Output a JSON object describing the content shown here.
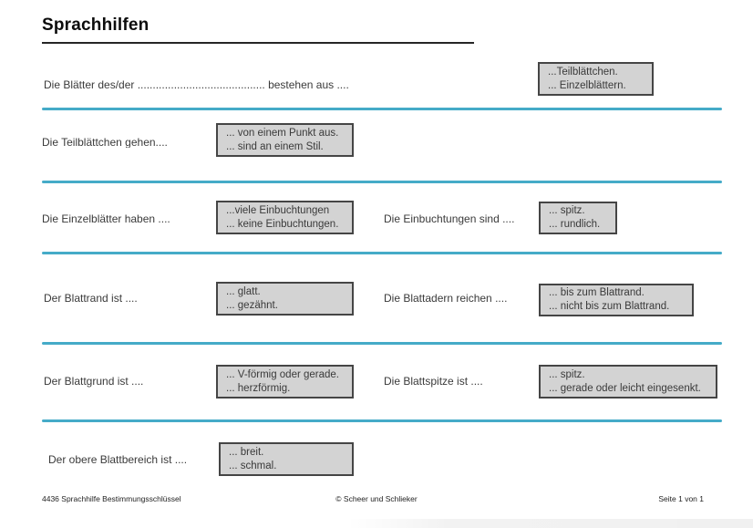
{
  "title": "Sprachhilfen",
  "colors": {
    "accent_line": "#45abc8",
    "box_fill": "#d3d3d3",
    "box_border": "#454545",
    "text": "#3a3a3a"
  },
  "rows": [
    {
      "pairs": [
        {
          "label": "Die Blätter des/der .......................................... bestehen aus ....",
          "options": [
            "...Teilblättchen.",
            "... Einzelblättern."
          ]
        }
      ]
    },
    {
      "pairs": [
        {
          "label": "Die Teilblättchen gehen....",
          "options": [
            "... von einem Punkt aus.",
            "... sind an einem Stil."
          ]
        }
      ]
    },
    {
      "pairs": [
        {
          "label": "Die Einzelblätter haben ....",
          "options": [
            "...viele Einbuchtungen",
            "... keine Einbuchtungen."
          ]
        },
        {
          "label": "Die Einbuchtungen sind ....",
          "options": [
            "... spitz.",
            "... rundlich."
          ]
        }
      ]
    },
    {
      "pairs": [
        {
          "label": "Der Blattrand ist ....",
          "options": [
            "... glatt.",
            "... gezähnt."
          ]
        },
        {
          "label": "Die Blattadern reichen ....",
          "options": [
            "... bis zum Blattrand.",
            "... nicht bis zum Blattrand."
          ]
        }
      ]
    },
    {
      "pairs": [
        {
          "label": "Der Blattgrund ist ....",
          "options": [
            "... V-förmig oder gerade.",
            "... herzförmig."
          ]
        },
        {
          "label": "Die Blattspitze ist ....",
          "options": [
            "... spitz.",
            "... gerade oder leicht eingesenkt."
          ]
        }
      ]
    },
    {
      "pairs": [
        {
          "label": "Der obere Blattbereich ist ....",
          "options": [
            "... breit.",
            "... schmal."
          ]
        }
      ]
    }
  ],
  "footer": {
    "left": "4436 Sprachhilfe Bestimmungsschlüssel",
    "center": "© Scheer und Schlieker",
    "right": "Seite 1 von 1"
  }
}
